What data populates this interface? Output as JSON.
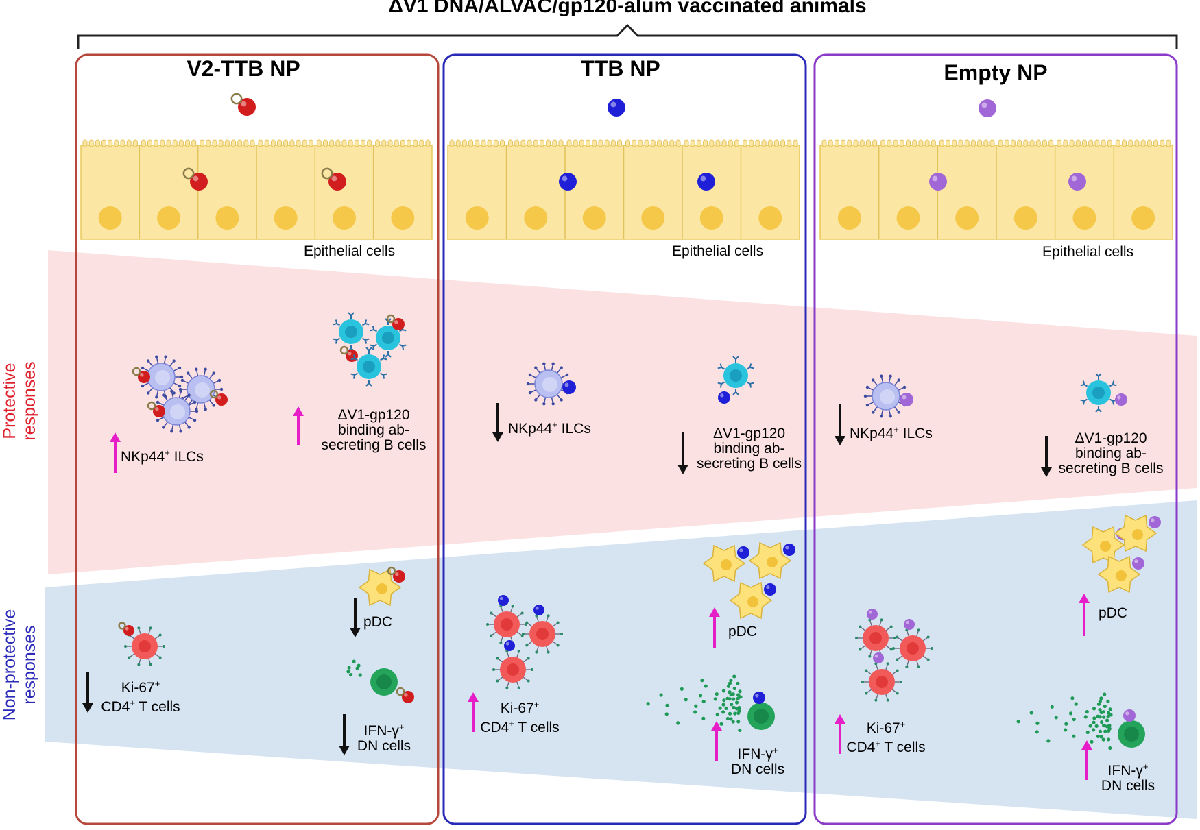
{
  "header": {
    "title": "ΔV1 DNA/ALVAC/gp120-alum vaccinated animals"
  },
  "side_labels": {
    "protective": [
      "Protective",
      "responses"
    ],
    "non_protective": [
      "Non-protective",
      "responses"
    ]
  },
  "panels": [
    {
      "title": "V2-TTB NP",
      "frame_color": "#b5473c",
      "particle": {
        "color": "#d11d1d",
        "ring": true
      },
      "epithelial_label": "Epithelial cells",
      "nk_label": "NKp44",
      "nk_label_tail": " ILCs",
      "nk_change": "up",
      "b_label": [
        "ΔV1-gp120",
        "binding ab-",
        "secreting B cells"
      ],
      "b_change": "up",
      "ki67_label_a": "Ki-67",
      "ki67_label_b": "CD4",
      "ki67_label_c": " T cells",
      "ki67_change": "down",
      "pdc_label": "pDC",
      "pdc_change": "down",
      "ifn_label_a": "IFN-γ",
      "ifn_label_b": "DN cells",
      "ifn_change": "down"
    },
    {
      "title": "TTB NP",
      "frame_color": "#2a2ab8",
      "particle": {
        "color": "#1f1fd8",
        "ring": false
      },
      "epithelial_label": "Epithelial cells",
      "nk_label": "NKp44",
      "nk_label_tail": " ILCs",
      "nk_change": "down",
      "b_label": [
        "ΔV1-gp120",
        "binding ab-",
        "secreting B cells"
      ],
      "b_change": "down",
      "ki67_label_a": "Ki-67",
      "ki67_label_b": "CD4",
      "ki67_label_c": " T cells",
      "ki67_change": "up",
      "pdc_label": "pDC",
      "pdc_change": "up",
      "ifn_label_a": "IFN-γ",
      "ifn_label_b": "DN cells",
      "ifn_change": "up"
    },
    {
      "title": "Empty NP",
      "frame_color": "#8a3cc8",
      "particle": {
        "color": "#a267d6",
        "ring": false
      },
      "epithelial_label": "Epithelial cells",
      "nk_label": "NKp44",
      "nk_label_tail": " ILCs",
      "nk_change": "down",
      "b_label": [
        "ΔV1-gp120",
        "binding ab-",
        "secreting B cells"
      ],
      "b_change": "down",
      "ki67_label_a": "Ki-67",
      "ki67_label_b": "CD4",
      "ki67_label_c": " T cells",
      "ki67_change": "up",
      "pdc_label": "pDC",
      "pdc_change": "up",
      "ifn_label_a": "IFN-γ",
      "ifn_label_b": "DN cells",
      "ifn_change": "up"
    }
  ],
  "superscript": "+",
  "colors": {
    "protective_band": "#fbe1e2",
    "nonprotective_band": "#d6e4f2",
    "protective_text": "#e0222f",
    "nonprotective_text": "#2b2bb8",
    "up_arrow": "#e61ec7",
    "down_arrow": "#111111",
    "epithelium": "#fbe7a3",
    "nucleus": "#f6c84a",
    "nk_cell": "#b9bff0",
    "b_cell": "#29c3dd",
    "t_cell": "#f25a5a",
    "pdc": "#fde27c",
    "dn_cell": "#23a45a"
  }
}
